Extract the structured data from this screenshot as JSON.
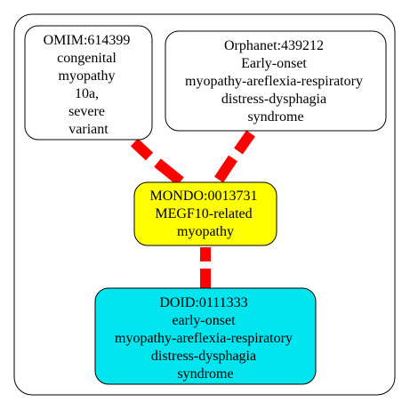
{
  "nodes": {
    "omim": {
      "lines": [
        "OMIM:614399",
        "congenital",
        "myopathy",
        "10a,",
        "severe",
        "variant"
      ],
      "fill": "#ffffff"
    },
    "orphanet": {
      "lines": [
        "Orphanet:439212",
        "Early-onset",
        "myopathy-areflexia-respiratory",
        "distress-dysphagia",
        "syndrome"
      ],
      "fill": "#ffffff"
    },
    "mondo": {
      "lines": [
        "MONDO:0013731",
        "MEGF10-related",
        "myopathy"
      ],
      "fill": "#ffff00"
    },
    "doid": {
      "lines": [
        "DOID:0111333",
        "early-onset",
        "myopathy-areflexia-respiratory",
        "distress-dysphagia",
        "syndrome"
      ],
      "fill": "#00e5ee"
    }
  },
  "edge_color": "#ff0000",
  "frame_color": "#000000"
}
